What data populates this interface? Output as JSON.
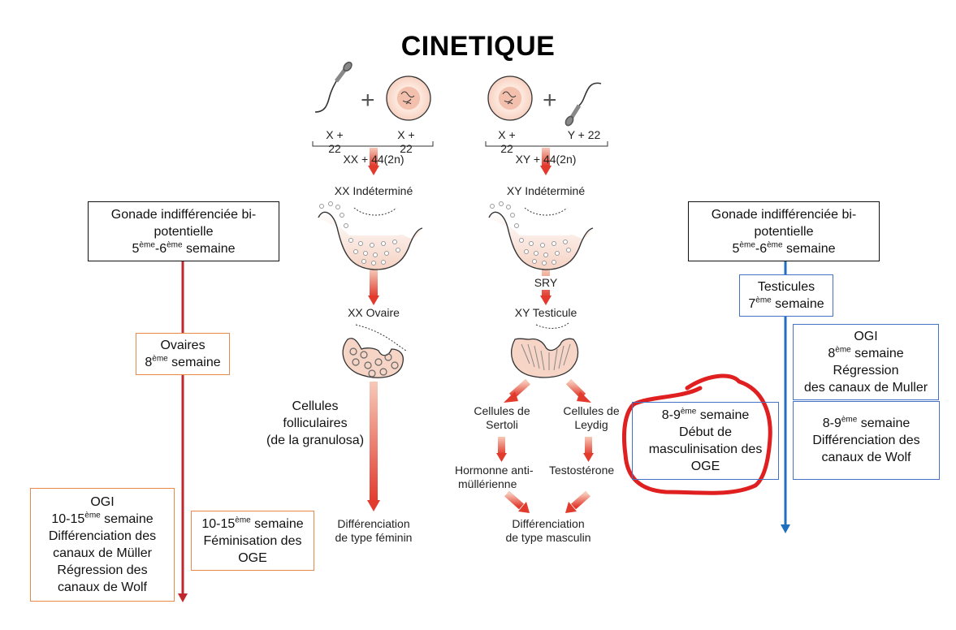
{
  "title": "CINETIQUE",
  "colors": {
    "female_timeline": "#c0282d",
    "male_timeline": "#1f6fbf",
    "annotation_circle": "#e02020",
    "female_box_border": "#e8894a",
    "male_box_border": "#4472c4"
  },
  "figure": {
    "female": {
      "gametes": [
        "X + 22",
        "X + 22"
      ],
      "zygote": "XX + 44(2n)",
      "stage1": "XX Indéterminé",
      "stage2": "XX Ovaire",
      "result": [
        "Différenciation",
        "de type féminin"
      ]
    },
    "male": {
      "gametes": [
        "X + 22",
        "Y + 22"
      ],
      "zygote": "XY + 44(2n)",
      "stage1": "XY Indéterminé",
      "sry": "SRY",
      "stage2": "XY Testicule",
      "sertoli": [
        "Cellules de",
        "Sertoli"
      ],
      "leydig": [
        "Cellules de",
        "Leydig"
      ],
      "amh": [
        "Hormonne anti-",
        "müllérienne"
      ],
      "testosterone": "Testostérone",
      "result": [
        "Différenciation",
        "de type masculin"
      ]
    },
    "plus_sign": "+"
  },
  "left_timeline": {
    "gonade": {
      "line1": "Gonade indifférenciée bi-",
      "line2": "potentielle",
      "w1": "5",
      "sup1": "ème",
      "dash": "-",
      "w2": "6",
      "sup2": "ème",
      "rest": " semaine"
    },
    "ovaires": {
      "line1": "Ovaires",
      "num": "8",
      "sup": "ème",
      "rest": " semaine"
    },
    "cellules": [
      "Cellules",
      "folliculaires",
      "(de la granulosa)"
    ],
    "ogi": {
      "line1": "OGI",
      "num": "10-15",
      "sup": "ème",
      "rest": " semaine",
      "line3": "Différenciation des",
      "line4": "canaux de Müller",
      "line5": "Régression des",
      "line6": "canaux de Wolf"
    },
    "oge": {
      "num": "10-15",
      "sup": "ème",
      "rest": " semaine",
      "line2": "Féminisation des",
      "line3": "OGE"
    }
  },
  "right_timeline": {
    "gonade": {
      "line1": "Gonade indifférenciée bi-",
      "line2": "potentielle",
      "w1": "5",
      "sup1": "ème",
      "dash": "-",
      "w2": "6",
      "sup2": "ème",
      "rest": " semaine"
    },
    "testicules": {
      "line1": "Testicules",
      "num": "7",
      "sup": "ème",
      "rest": " semaine"
    },
    "ogi": {
      "line1": "OGI",
      "num": "8",
      "sup": "ème",
      "rest": " semaine",
      "line3": "Régression",
      "line4": "des canaux de Muller"
    },
    "wolf": {
      "num": "8-9",
      "sup": "ème",
      "rest": " semaine",
      "line2": "Différenciation des",
      "line3": "canaux de Wolf"
    },
    "oge": {
      "num": "8-9",
      "sup": "ème",
      "rest": " semaine",
      "line2": "Début de",
      "line3": "masculinisation des",
      "line4": "OGE"
    }
  }
}
